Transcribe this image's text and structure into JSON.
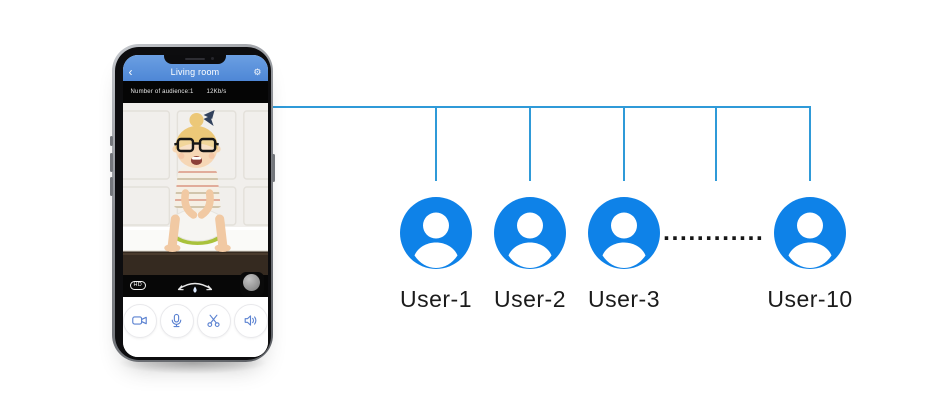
{
  "phone_app": {
    "header": {
      "back_icon": "‹",
      "title": "Living room",
      "settings_icon": "⚙"
    },
    "status_bar": {
      "audience": "Number of audience:1",
      "bitrate": "12Kb/s"
    },
    "video_strip": {
      "hd_badge": "HD",
      "pan_icon": "pan-arc-with-drop",
      "preview_thumbnail": "snapshot-preview"
    },
    "video_subject": "toddler-with-glasses-on-potty-photo",
    "controls": [
      {
        "name": "record",
        "icon": "camcorder-icon"
      },
      {
        "name": "talk",
        "icon": "microphone-icon"
      },
      {
        "name": "snapshot",
        "icon": "scissors-icon"
      },
      {
        "name": "sound",
        "icon": "speaker-icon"
      }
    ]
  },
  "diagram": {
    "users": [
      {
        "label": "User-1"
      },
      {
        "label": "User-2"
      },
      {
        "label": "User-3"
      },
      {
        "label": "User-10"
      }
    ],
    "ellipsis": "............"
  },
  "colors": {
    "connector": "#2f9ad8",
    "user_icon": "#0e82e8",
    "header_blue": "#5590dc",
    "control_icon": "#5b82d1"
  }
}
